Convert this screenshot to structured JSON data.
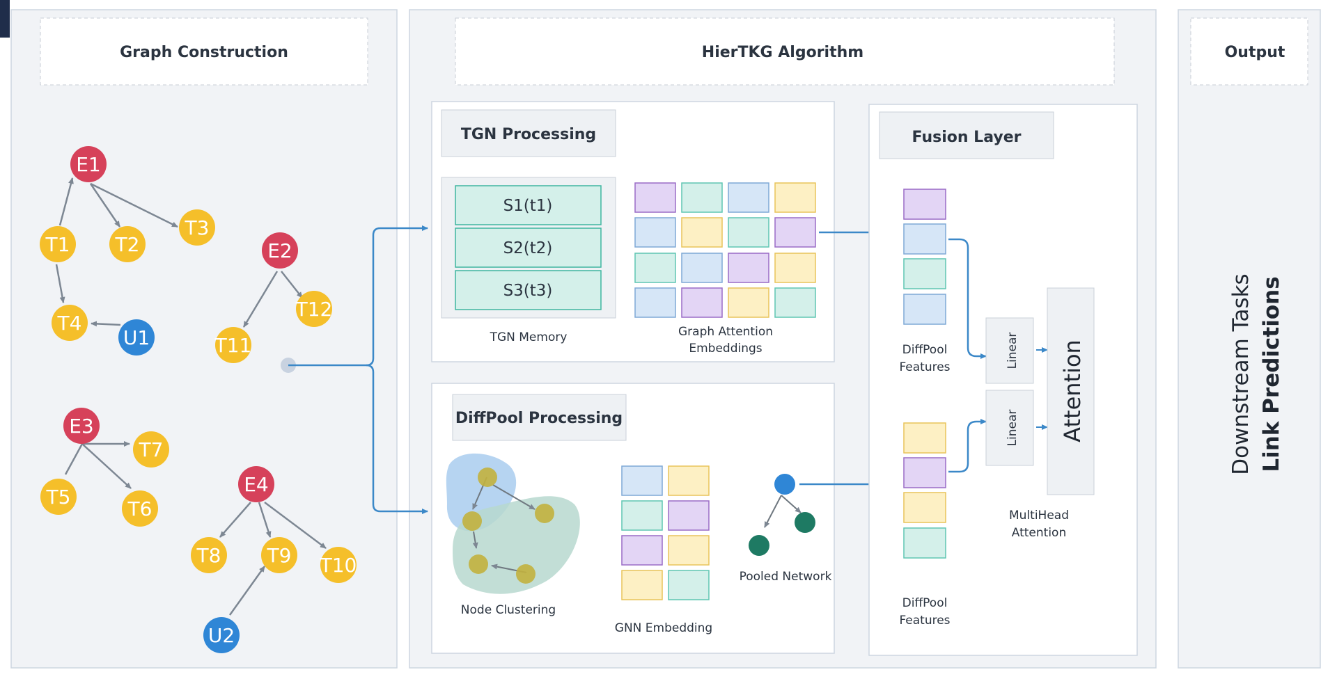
{
  "sections": {
    "graph_construction": "Graph Construction",
    "algorithm": "HierTKG  Algorithm",
    "output": "Output"
  },
  "tgn": {
    "title": "TGN Processing",
    "memory": [
      "S1(t1)",
      "S2(t2)",
      "S3(t3)"
    ],
    "memory_label": "TGN Memory",
    "attention_label_1": "Graph Attention",
    "attention_label_2": "Embeddings"
  },
  "diffpool": {
    "title": "DiffPool Processing",
    "clustering_label": "Node Clustering",
    "gnn_label": "GNN Embedding",
    "pooled_label": "Pooled Network"
  },
  "fusion": {
    "title": "Fusion Layer",
    "features_label_1": "DiffPool",
    "features_label_2": "Features",
    "linear": "Linear",
    "attention": "Attention",
    "mha_label_1": "MultiHead",
    "mha_label_2": "Attention"
  },
  "output": {
    "line1": "Downstream Tasks",
    "line2": "Link Predictions"
  },
  "nodes": [
    "E1",
    "T1",
    "T2",
    "T3",
    "T4",
    "U1",
    "E2",
    "T11",
    "T12",
    "E3",
    "T7",
    "T5",
    "T6",
    "E4",
    "T8",
    "T9",
    "T10",
    "U2"
  ],
  "colors": {
    "event": "#d6415a",
    "task": "#f5bf2a",
    "user": "#2f86d6",
    "arrow": "#3b88c8",
    "purple": "#e3d5f5",
    "teal": "#d4f0ea",
    "blue": "#d6e6f7",
    "yellow": "#fdf0c4"
  }
}
